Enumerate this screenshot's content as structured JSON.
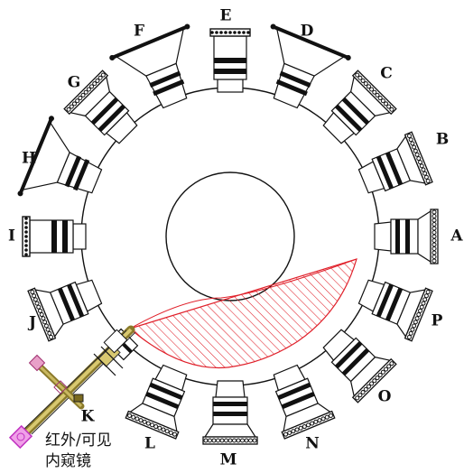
{
  "ports": [
    {
      "id": "A",
      "label": "A",
      "angle": 0,
      "kind": "flange"
    },
    {
      "id": "B",
      "label": "B",
      "angle": -22.5,
      "kind": "flange"
    },
    {
      "id": "C",
      "label": "C",
      "angle": -45,
      "kind": "flange"
    },
    {
      "id": "D",
      "label": "D",
      "angle": -67.5,
      "kind": "horn"
    },
    {
      "id": "E",
      "label": "E",
      "angle": -90,
      "kind": "tube"
    },
    {
      "id": "F",
      "label": "F",
      "angle": -112.5,
      "kind": "horn"
    },
    {
      "id": "G",
      "label": "G",
      "angle": -135,
      "kind": "flange"
    },
    {
      "id": "H",
      "label": "H",
      "angle": -157.5,
      "kind": "horn"
    },
    {
      "id": "I",
      "label": "I",
      "angle": 180,
      "kind": "tube"
    },
    {
      "id": "J",
      "label": "J",
      "angle": 157.5,
      "kind": "flange"
    },
    {
      "id": "K",
      "label": "K",
      "angle": 135,
      "kind": "endoscope"
    },
    {
      "id": "L",
      "label": "L",
      "angle": 112.5,
      "kind": "flange"
    },
    {
      "id": "M",
      "label": "M",
      "angle": 90,
      "kind": "flange"
    },
    {
      "id": "N",
      "label": "N",
      "angle": 67.5,
      "kind": "flange"
    },
    {
      "id": "O",
      "label": "O",
      "angle": 45,
      "kind": "flange"
    },
    {
      "id": "P",
      "label": "P",
      "angle": 22.5,
      "kind": "flange"
    }
  ],
  "caption": {
    "line1": "红外/可见",
    "line2": "内窥镜"
  },
  "colors": {
    "ink": "#111111",
    "hatch": "#e0202a",
    "endoscope": "#8a7a2a",
    "tip": "#d040c0"
  }
}
